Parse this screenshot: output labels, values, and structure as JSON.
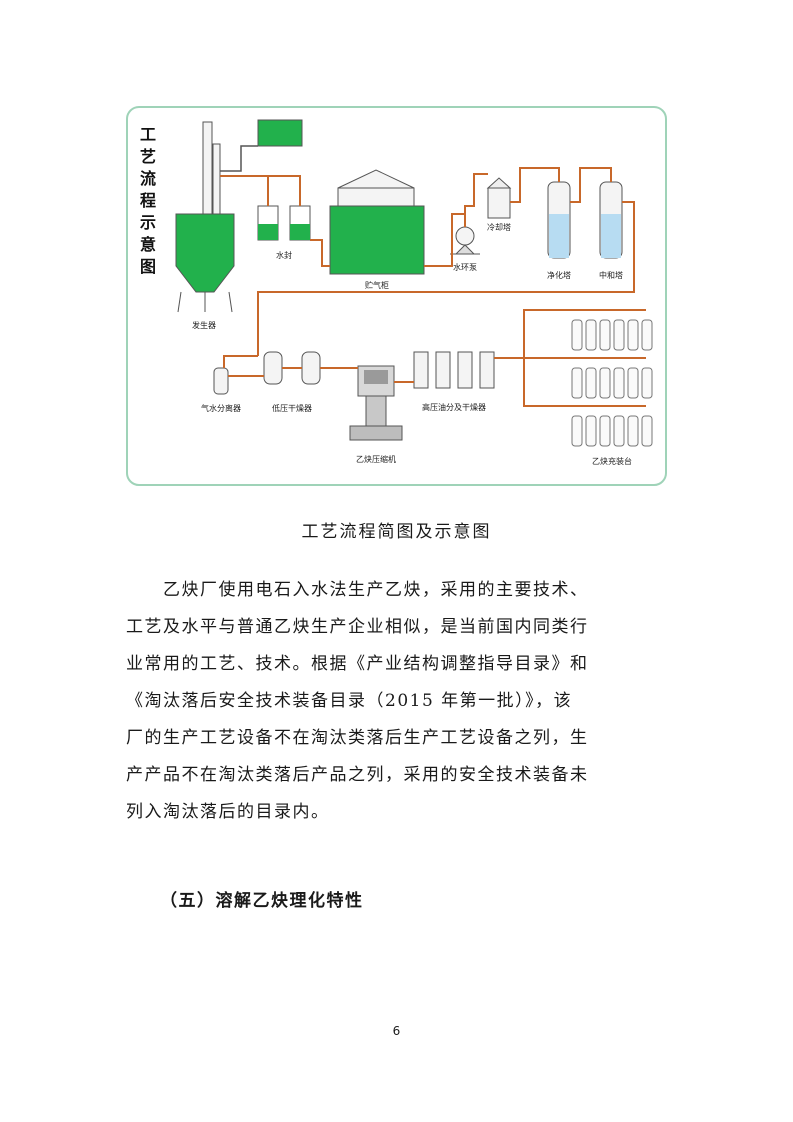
{
  "figure": {
    "title_chars": [
      "工",
      "艺",
      "流",
      "程",
      "示",
      "意",
      "图"
    ],
    "labels": {
      "generator": "发生器",
      "water_seal": "水封",
      "gas_holder": "贮气柜",
      "water_ring_pump": "水环泵",
      "cooling_tower": "冷却塔",
      "purification_tower": "净化塔",
      "neutralization_tower": "中和塔",
      "gas_water_separator": "气水分离器",
      "low_pressure_dryer": "低压干燥器",
      "compressor": "乙炔压缩机",
      "hp_oil_separator_dryer": "高压油分及干燥器",
      "filling_station": "乙炔充装台"
    },
    "colors": {
      "green": "#22b14c",
      "pipe": "#c8682a",
      "frame": "#9fd3b8"
    }
  },
  "caption": "工艺流程简图及示意图",
  "paragraph_lines": [
    "　　乙炔厂使用电石入水法生产乙炔，采用的主要技术、",
    "工艺及水平与普通乙炔生产企业相似，是当前国内同类行",
    "业常用的工艺、技术。根据《产业结构调整指导目录》和",
    "《淘汰落后安全技术装备目录（2015 年第一批）》，该",
    "厂的生产工艺设备不在淘汰类落后生产工艺设备之列，生",
    "产产品不在淘汰类落后产品之列，采用的安全技术装备未",
    "列入淘汰落后的目录内。"
  ],
  "heading": "（五）溶解乙炔理化特性",
  "page_number": "6"
}
